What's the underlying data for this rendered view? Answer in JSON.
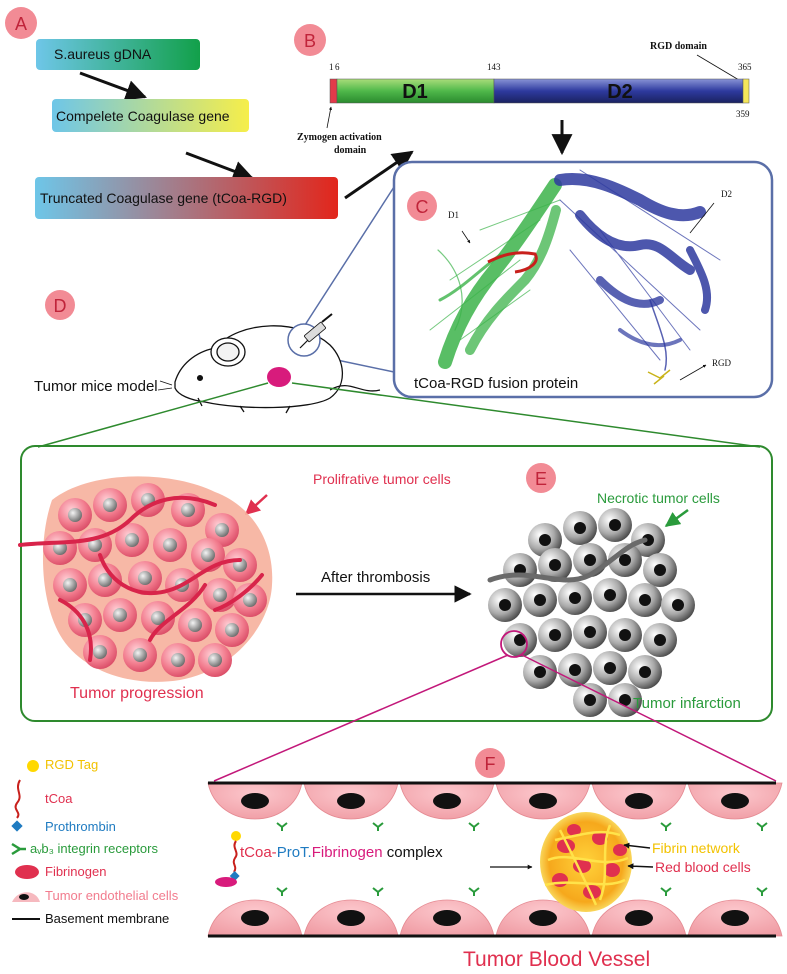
{
  "panel_labels": {
    "a": "A",
    "b": "B",
    "c": "C",
    "d": "D",
    "e": "E",
    "f": "F"
  },
  "panel_a": {
    "box1": "S.aureus gDNA",
    "box2": "Compelete Coagulase gene",
    "box3": "Truncated Coagulase gene (tCoa-RGD)"
  },
  "panel_b": {
    "rgd_domain": "RGD domain",
    "pos_1": "1",
    "pos_6": "6",
    "pos_143": "143",
    "pos_365": "365",
    "pos_359": "359",
    "d1": "D1",
    "d2": "D2",
    "zymogen": "Zymogen activation",
    "zymogen2": "domain"
  },
  "panel_c": {
    "d1": "D1",
    "d2": "D2",
    "rgd": "RGD",
    "caption": "tCoa-RGD fusion protein"
  },
  "panel_d": {
    "label": "Tumor mice model"
  },
  "panel_e": {
    "proliferative": "Prolifrative tumor cells",
    "necrotic": "Necrotic tumor cells",
    "after": "After thrombosis",
    "progression": "Tumor progression",
    "infarction": "Tumor infarction"
  },
  "legend": {
    "rgd_tag": "RGD Tag",
    "tcoa": "tCoa",
    "prothrombin": "Prothrombin",
    "integrin": "aᵥb₃ integrin receptors",
    "fibrinogen": "Fibrinogen",
    "endothelial": "Tumor endothelial cells",
    "basement": "Basement membrane"
  },
  "panel_f": {
    "complex_tcoa": "tCoa-",
    "complex_prot": "ProT.",
    "complex_fib": "Fibrinogen",
    "complex_word": " complex",
    "fibrin_network": "Fibrin network",
    "red_blood_cells": "Red blood cells",
    "vessel": "Tumor Blood Vessel"
  },
  "colors": {
    "label_circle": "#f28b95",
    "d1_green": "#3cb34a",
    "d2_blue": "#2e3a8f",
    "tumor_red": "#e0304f",
    "necrotic_green": "#2a9b3c",
    "panel_line": "#2e8a2e",
    "magenta": "#c2187a"
  }
}
